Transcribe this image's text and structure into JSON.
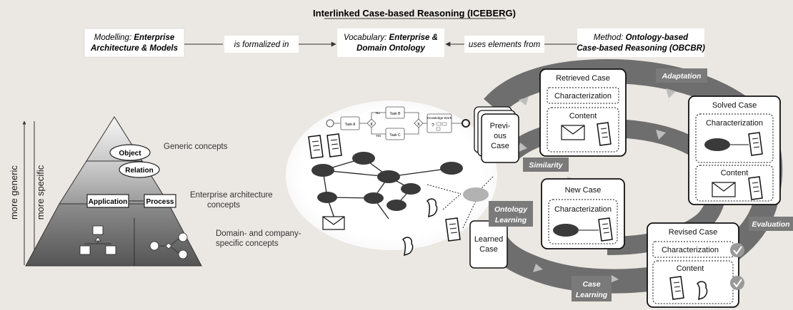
{
  "header": {
    "title": "Interlinked Case-based Reasoning (ICEBERG)",
    "left_prefix": "Modelling: ",
    "left_bold": "Enterprise Architecture & Models",
    "left_line1": "Enterprise",
    "left_line2": "Architecture & Models",
    "rel1": "is formalized in",
    "center_prefix": "Vocabulary: ",
    "center_line1": "Enterprise &",
    "center_line2": "Domain Ontology",
    "rel2": "uses elements from",
    "right_prefix": "Method: ",
    "right_line1": "Ontology-based",
    "right_line2": "Case-based Reasoning (OBCBR)"
  },
  "pyramid": {
    "axis_generic": "more generic",
    "axis_specific": "more specific",
    "object": "Object",
    "relation": "Relation",
    "application": "Application",
    "process": "Process",
    "level1": "Generic concepts",
    "level2_line1": "Enterprise architecture",
    "level2_line2": "concepts",
    "level3_line1": "Domain- and company-",
    "level3_line2": "specific concepts"
  },
  "process_model": {
    "task_a": "Task A",
    "task_b": "Task B",
    "task_c": "Task C",
    "knowledge_work": "Knowledge Work",
    "no": "No",
    "yes": "Yes"
  },
  "cycle": {
    "previous_case_l1": "Previ-",
    "previous_case_l2": "ous",
    "previous_case_l3": "Case",
    "retrieved_case": "Retrieved Case",
    "solved_case": "Solved Case",
    "new_case": "New Case",
    "revised_case": "Revised Case",
    "learned_case_l1": "Learned",
    "learned_case_l2": "Case",
    "characterization": "Characterization",
    "content": "Content",
    "adaptation": "Adaptation",
    "similarity": "Similarity",
    "evaluation": "Evaluation",
    "case_learning_l1": "Case",
    "case_learning_l2": "Learning",
    "ontology_learning_l1": "Ontology",
    "ontology_learning_l2": "Learning"
  },
  "colors": {
    "background_band": "#e9e5e0",
    "ring": "#6e6e6e",
    "tag": "#7a7a7a",
    "node": "#3a3a3a"
  }
}
